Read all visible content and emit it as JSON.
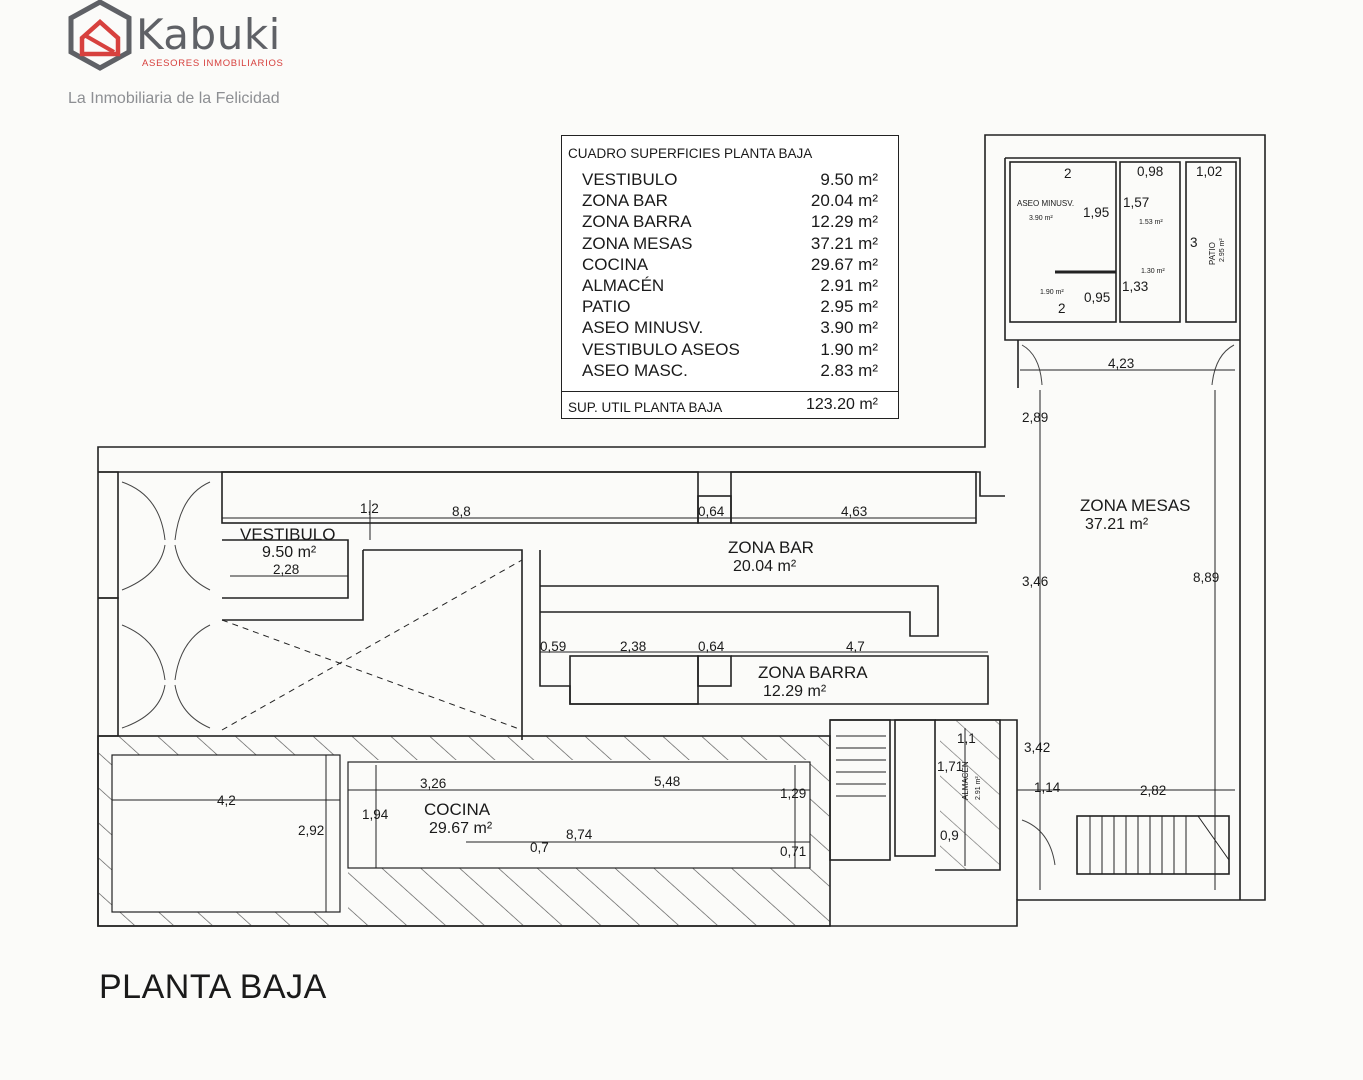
{
  "brand": {
    "name": "Kabuki",
    "subtitle": "ASESORES INMOBILIARIOS",
    "tagline": "La Inmobiliaria de la Felicidad",
    "colors": {
      "accent": "#d7413e",
      "logo_gray": "#5f6166"
    },
    "icon": "house-hexagon-logo-icon"
  },
  "legend": {
    "title": "CUADRO SUPERFICIES PLANTA BAJA",
    "rows": [
      {
        "name": "VESTIBULO",
        "value": "9.50 m²"
      },
      {
        "name": "ZONA BAR",
        "value": "20.04 m²"
      },
      {
        "name": "ZONA BARRA",
        "value": "12.29 m²"
      },
      {
        "name": "ZONA MESAS",
        "value": "37.21 m²"
      },
      {
        "name": "COCINA",
        "value": "29.67 m²"
      },
      {
        "name": "ALMACÉN",
        "value": "2.91 m²"
      },
      {
        "name": "PATIO",
        "value": "2.95 m²"
      },
      {
        "name": "ASEO MINUSV.",
        "value": "3.90 m²"
      },
      {
        "name": "VESTIBULO ASEOS",
        "value": "1.90 m²"
      },
      {
        "name": "ASEO MASC.",
        "value": "2.83 m²"
      }
    ],
    "total_label": "SUP. UTIL PLANTA BAJA",
    "total_value": "123.20 m²"
  },
  "rooms": {
    "vestibulo": {
      "name": "VESTIBULO",
      "area": "9.50 m²"
    },
    "zona_bar": {
      "name": "ZONA BAR",
      "area": "20.04 m²"
    },
    "zona_barra": {
      "name": "ZONA BARRA",
      "area": "12.29 m²"
    },
    "zona_mesas": {
      "name": "ZONA MESAS",
      "area": "37.21 m²"
    },
    "cocina": {
      "name": "COCINA",
      "area": "29.67 m²"
    },
    "almacen": {
      "name": "ALMACEN",
      "area": "2.91 m²"
    },
    "aseo_minusv": {
      "name": "ASEO MINUSV.",
      "area": "3.90 m²"
    },
    "patio": {
      "name": "PATIO",
      "area": "2.95 m²"
    },
    "aseo_small": {
      "area": "1.53 m²"
    },
    "aseo_small2": {
      "area": "1.30 m²"
    },
    "vest_aseos": {
      "area": "1.90 m²"
    }
  },
  "dimensions": {
    "d_2_top": "2",
    "d_098": "0,98",
    "d_102": "1,02",
    "d_195": "1,95",
    "d_157": "1,57",
    "d_3": "3",
    "d_133": "1,33",
    "d_095": "0,95",
    "d_2_bot": "2",
    "d_423": "4,23",
    "d_289": "2,89",
    "d_12": "1,2",
    "d_88": "8,8",
    "d_064a": "0,64",
    "d_463": "4,63",
    "d_228": "2,28",
    "d_346": "3,46",
    "d_889": "8,89",
    "d_059": "0,59",
    "d_238": "2,38",
    "d_064b": "0,64",
    "d_47": "4,7",
    "d_11": "1,1",
    "d_171": "1,71",
    "d_342": "3,42",
    "d_114": "1,14",
    "d_282": "2,82",
    "d_09": "0,9",
    "d_42": "4,2",
    "d_292": "2,92",
    "d_326": "3,26",
    "d_548": "5,48",
    "d_194": "1,94",
    "d_129": "1,29",
    "d_874": "8,74",
    "d_07": "0,7",
    "d_071": "0,71"
  },
  "plan_title": "PLANTA BAJA"
}
